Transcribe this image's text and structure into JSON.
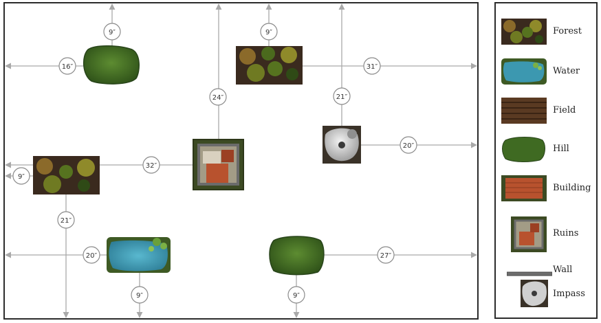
{
  "map": {
    "measurements": [
      {
        "id": "hill-top",
        "label": "9″",
        "value": 9
      },
      {
        "id": "hill-left",
        "label": "16″",
        "value": 16
      },
      {
        "id": "forest-top",
        "label": "9″",
        "value": 9
      },
      {
        "id": "forest-right",
        "label": "31″",
        "value": 31
      },
      {
        "id": "ruins-up",
        "label": "24″",
        "value": 24
      },
      {
        "id": "impass-up",
        "label": "21″",
        "value": 21
      },
      {
        "id": "impass-right",
        "label": "20″",
        "value": 20
      },
      {
        "id": "ruins-left",
        "label": "32″",
        "value": 32
      },
      {
        "id": "forest2-left",
        "label": "9″",
        "value": 9
      },
      {
        "id": "forest2-down",
        "label": "21″",
        "value": 21
      },
      {
        "id": "water-left",
        "label": "20″",
        "value": 20
      },
      {
        "id": "water-down",
        "label": "9″",
        "value": 9
      },
      {
        "id": "hill2-right",
        "label": "27″",
        "value": 27
      },
      {
        "id": "hill2-down",
        "label": "9″",
        "value": 9
      }
    ]
  },
  "legend": {
    "items": [
      {
        "key": "forest",
        "label": "Forest"
      },
      {
        "key": "water",
        "label": "Water"
      },
      {
        "key": "field",
        "label": "Field"
      },
      {
        "key": "hill",
        "label": "Hill"
      },
      {
        "key": "building",
        "label": "Building"
      },
      {
        "key": "ruins",
        "label": "Ruins"
      },
      {
        "key": "wall",
        "label": "Wall"
      },
      {
        "key": "impass",
        "label": "Impass"
      }
    ]
  },
  "colors": {
    "frame": "#2b2b2b",
    "arrow": "#a9a9a9",
    "hill": "#3f6a22",
    "water": "#3c98b0",
    "forest_ground": "#3a2a1e",
    "field": "#5a3a22",
    "roof": "#b8522e",
    "rock": "#d9d9d9"
  }
}
